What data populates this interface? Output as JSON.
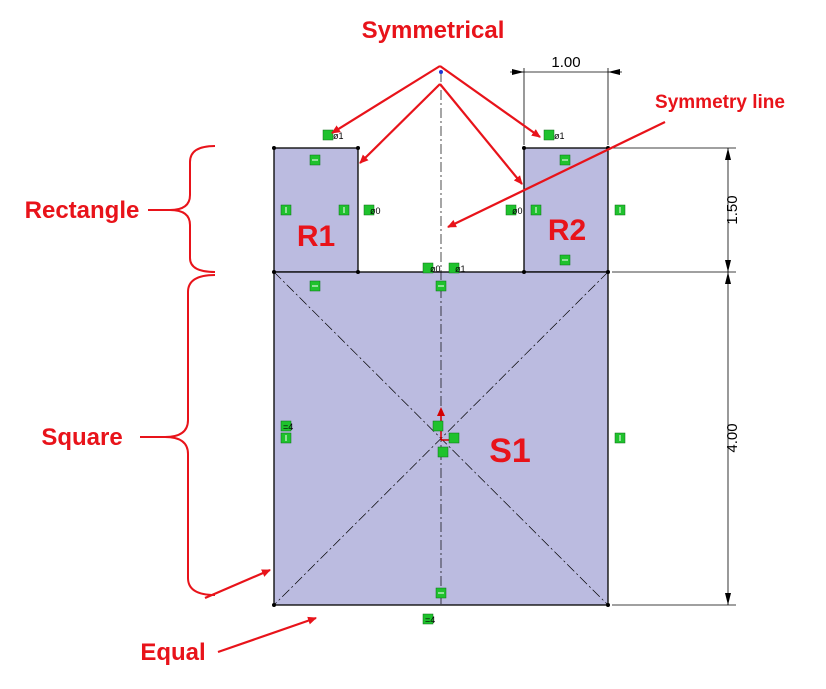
{
  "labels": {
    "symmetrical": "Symmetrical",
    "symmetry_line": "Symmetry line",
    "rectangle": "Rectangle",
    "square": "Square",
    "equal": "Equal",
    "r1": "R1",
    "r2": "R2",
    "s1": "S1"
  },
  "dimensions": {
    "top_width": "1.00",
    "rect_height": "1.50",
    "square_height": "4.00"
  },
  "relation_tags": {
    "coincident_a": "ø0",
    "coincident_b": "ø1",
    "equal_tag": "=4"
  },
  "colors": {
    "annotation": "#e8131a",
    "fill": "#bbbbe0",
    "relation": "#1fc22d"
  }
}
